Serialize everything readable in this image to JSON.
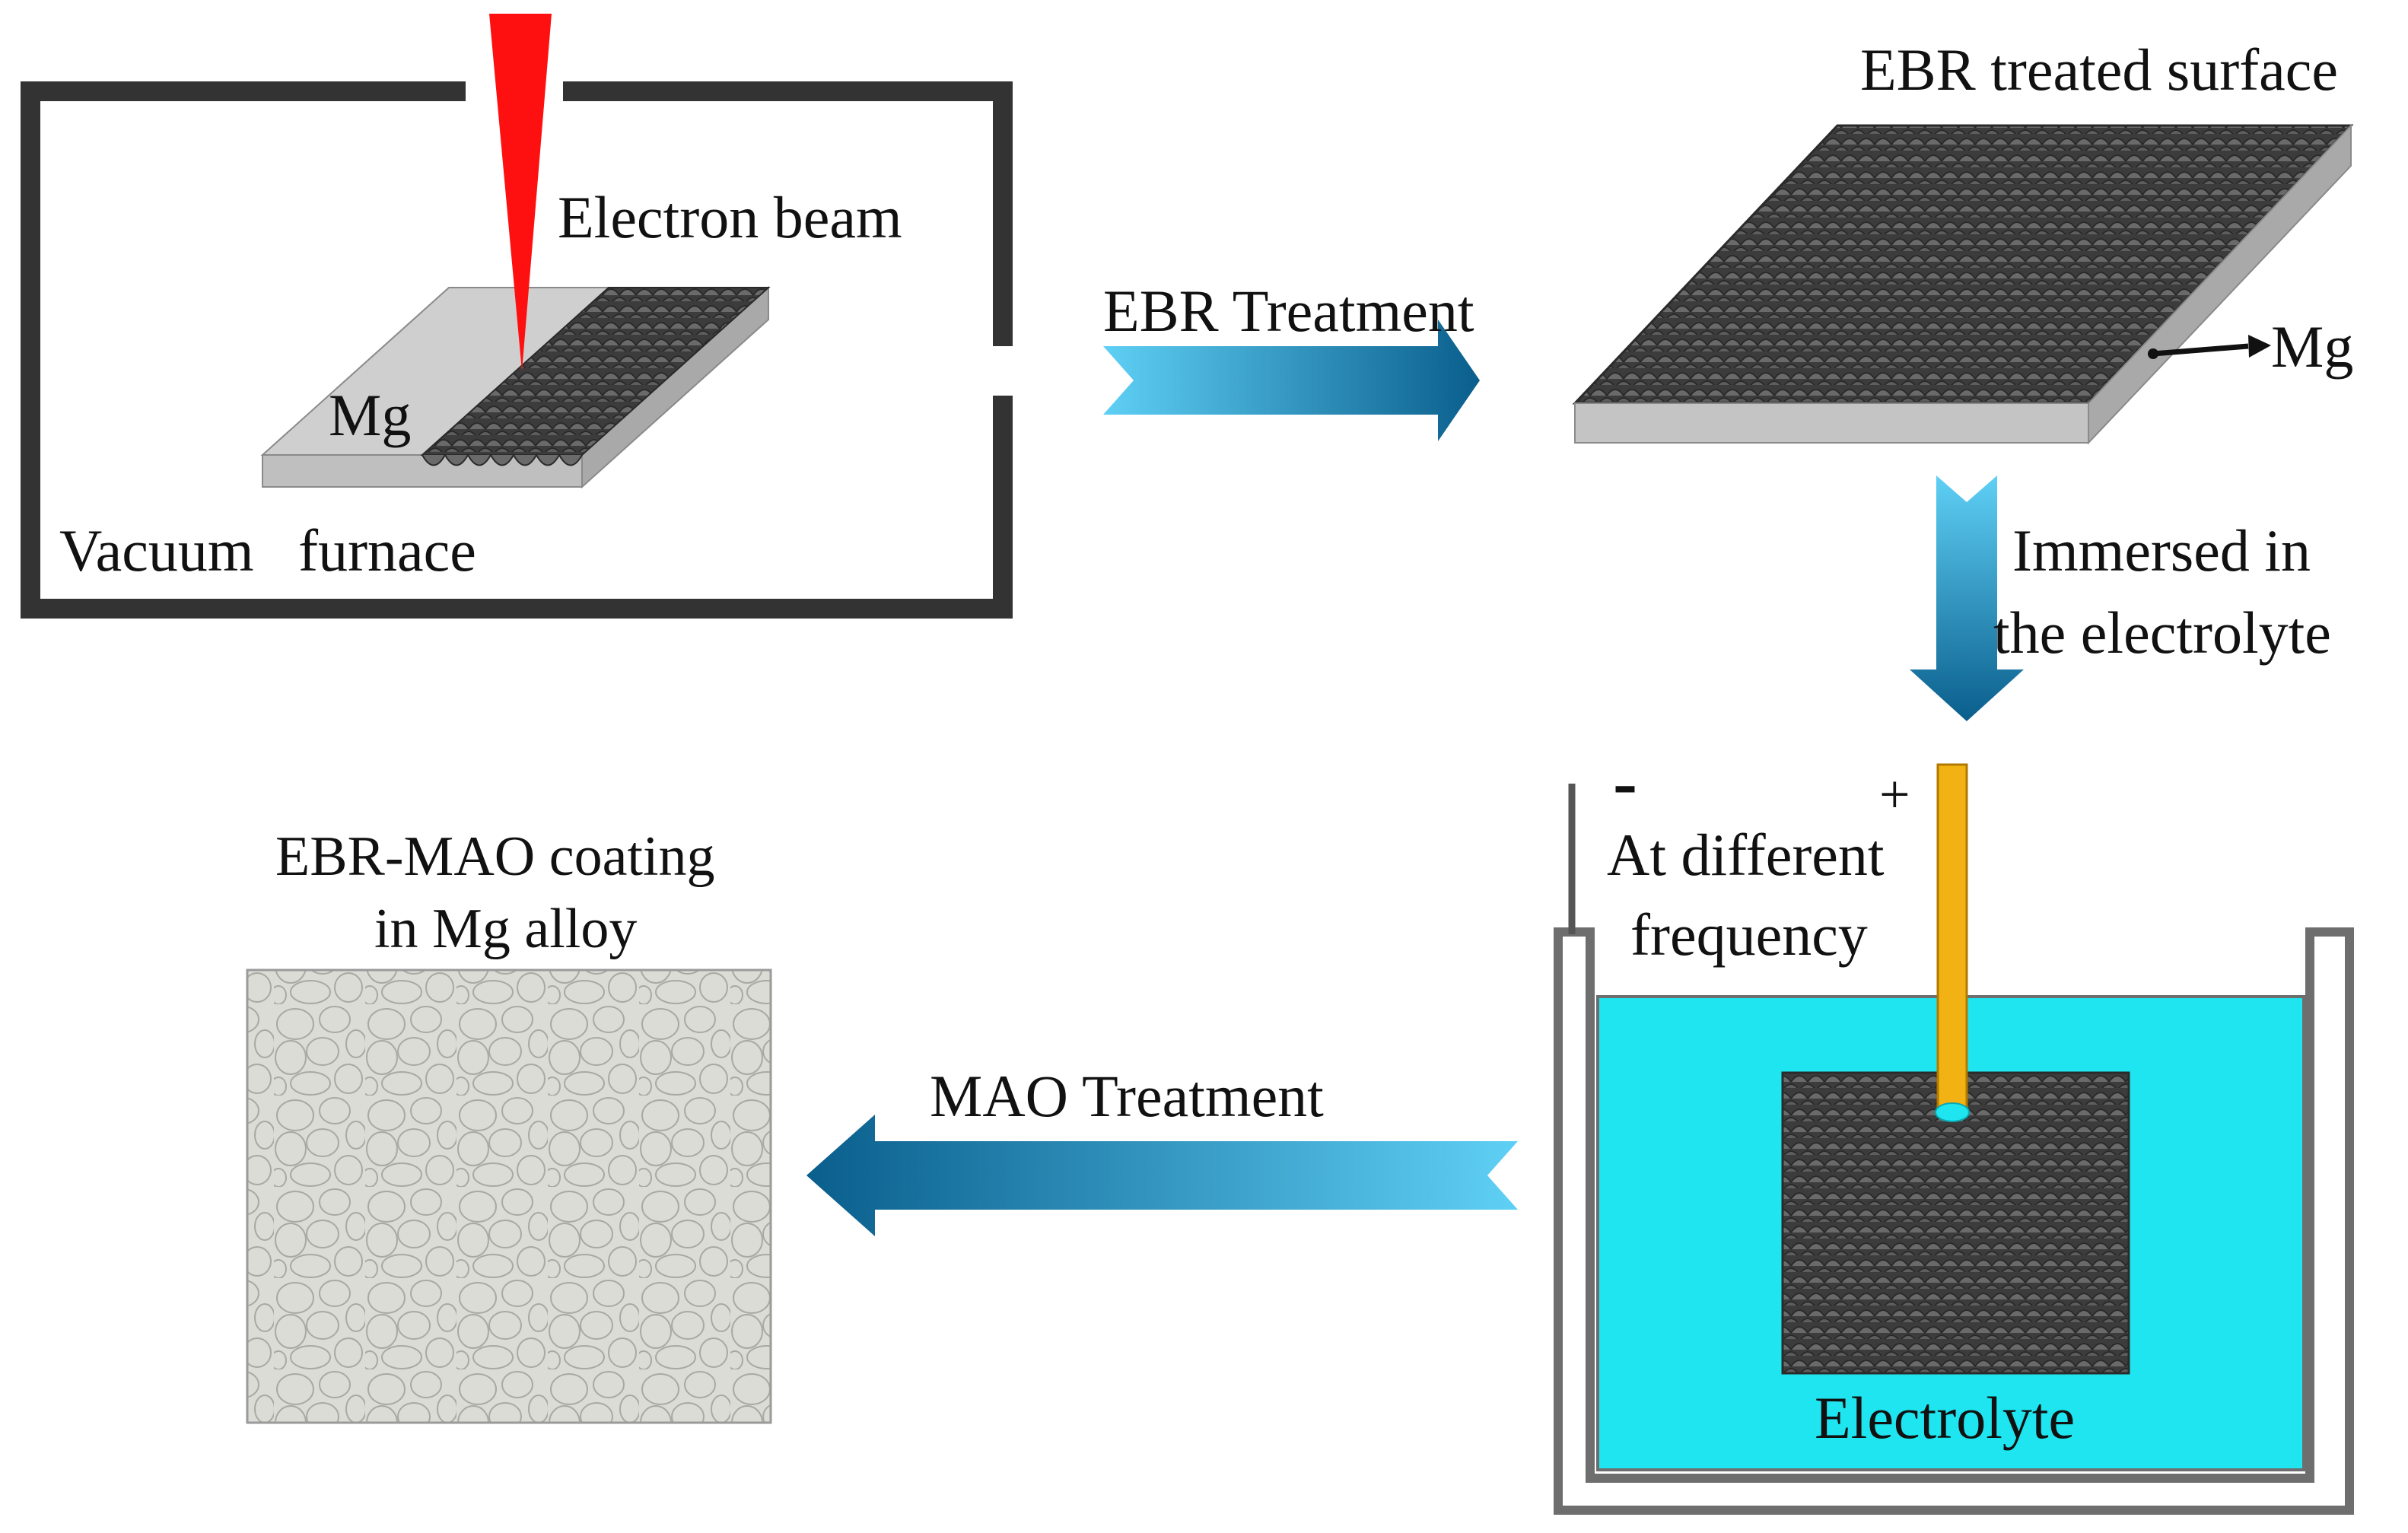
{
  "labels": {
    "electron_beam": "Electron beam",
    "mg_sample": "Mg",
    "vacuum_furnace": "Vacuum   furnace",
    "ebr_treatment": "EBR Treatment",
    "ebr_treated_surface": "EBR treated surface",
    "mg_substrate": "Mg",
    "immersed_line1": "Immersed in",
    "immersed_line2": "the electrolyte",
    "minus": "-",
    "plus": "+",
    "frequency_line1": "At different",
    "frequency_line2": "frequency",
    "electrolyte": "Electrolyte",
    "mao_treatment": "MAO Treatment",
    "coating_line1": "EBR-MAO coating",
    "coating_line2": "in Mg alloy"
  },
  "colors": {
    "chamber_wall": "#333333",
    "beam": "#ff1010",
    "mg_light": "#cfcfcf",
    "mg_side": "#b5b5b5",
    "treated_dark": "#4a4a4a",
    "arrow_light": "#4fc9f2",
    "arrow_dark": "#0a5e8c",
    "electrolyte": "#1ee5ef",
    "anode": "#f3b214",
    "tank": "#6e6e6e",
    "coating": "#dcdcd6"
  }
}
